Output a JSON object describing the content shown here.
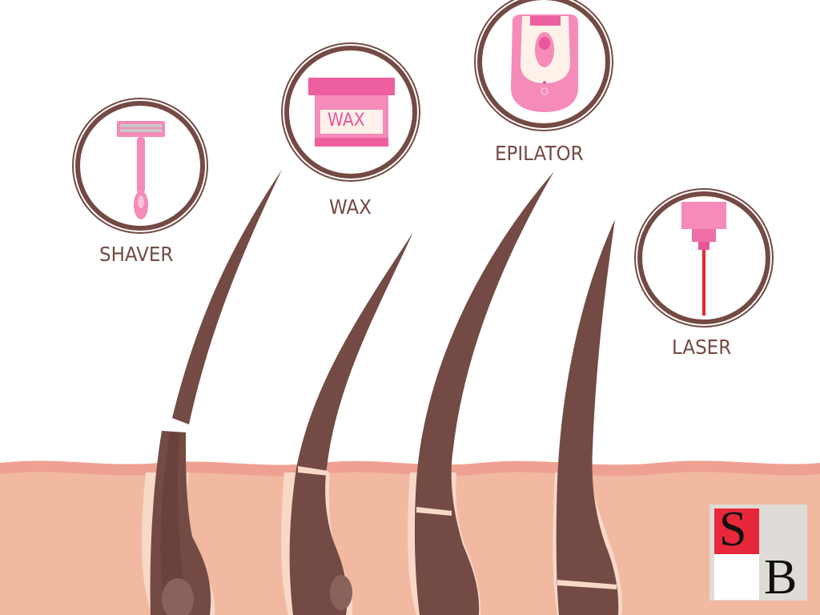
{
  "illustration": {
    "subject": "hair removal methods and hair follicles",
    "colors": {
      "background": "#ffffff",
      "skin": "#f2b9a1",
      "skin_surface": "#eea192",
      "follicle_sheath": "#f8d8c6",
      "hair": "#744a44",
      "hair_dark": "#5e3a36",
      "ring": "#744a44",
      "pink": "#f48bb8",
      "pink_dark": "#e8569a",
      "laser_beam": "#e8282e"
    }
  },
  "methods": [
    {
      "label": "SHAVER",
      "icon": "razor-icon"
    },
    {
      "label": "WAX",
      "icon": "wax-jar-icon",
      "jar_label": "WAX"
    },
    {
      "label": "EPILATOR",
      "icon": "epilator-icon"
    },
    {
      "label": "LASER",
      "icon": "laser-icon"
    }
  ],
  "logo": {
    "letter_top": "S",
    "letter_bottom": "B"
  }
}
